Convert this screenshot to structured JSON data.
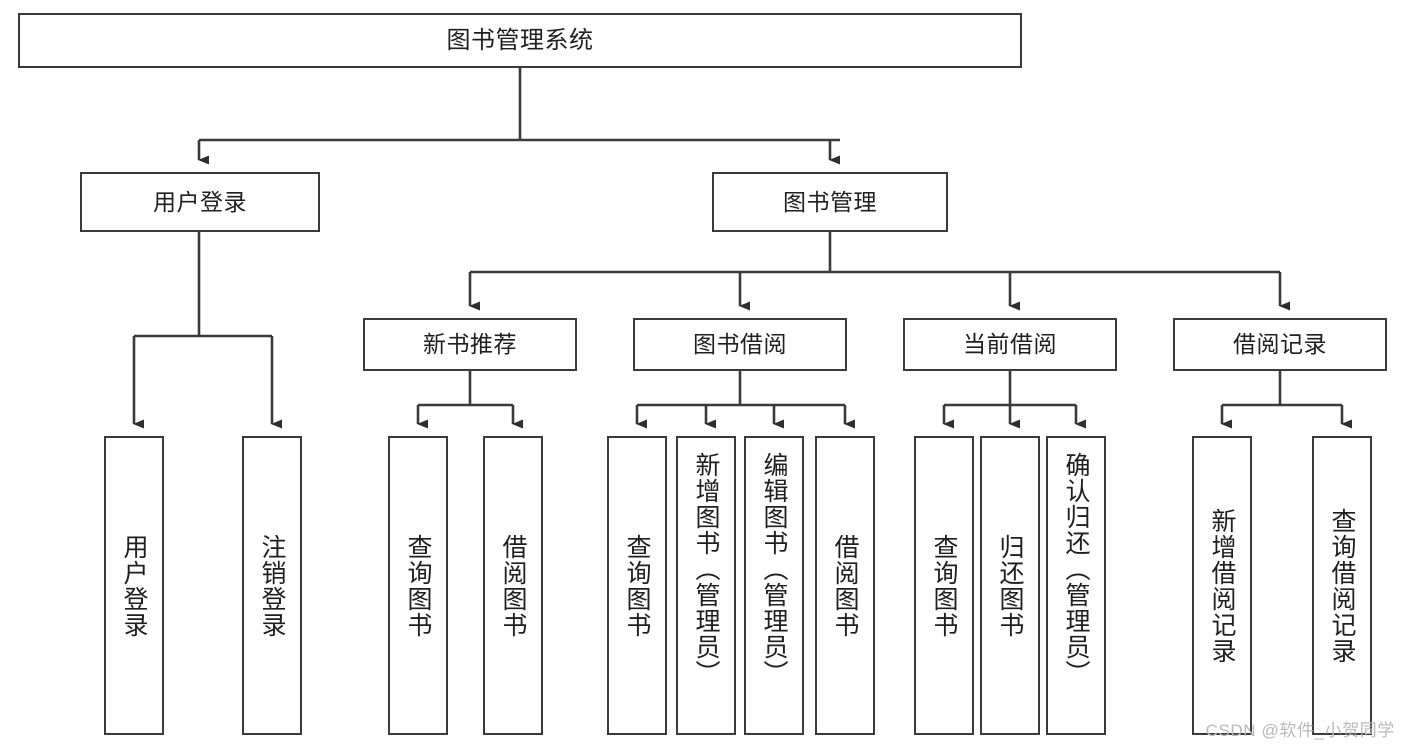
{
  "diagram": {
    "type": "tree-hierarchy",
    "title": "图书管理系统",
    "watermark": "CSDN @软件_小贺同学",
    "colors": {
      "stroke": "#3a3a3a",
      "fill": "#ffffff",
      "text": "#1f1f1f",
      "watermark": "#b9b9b9"
    },
    "nodes": {
      "root": {
        "label": "图书管理系统"
      },
      "level1": [
        {
          "id": "user-login",
          "label": "用户登录"
        },
        {
          "id": "book-manage",
          "label": "图书管理"
        }
      ],
      "level2": [
        {
          "id": "new-book-recommend",
          "label": "新书推荐"
        },
        {
          "id": "book-borrow",
          "label": "图书借阅"
        },
        {
          "id": "current-borrow",
          "label": "当前借阅"
        },
        {
          "id": "borrow-record",
          "label": "借阅记录"
        }
      ],
      "leaves": {
        "user-login": [
          {
            "id": "leaf-user-login",
            "label": "用户登录"
          },
          {
            "id": "leaf-logout-login",
            "label": "注销登录"
          }
        ],
        "new-book-recommend": [
          {
            "id": "leaf-query-book-1",
            "label": "查询图书"
          },
          {
            "id": "leaf-borrow-book-1",
            "label": "借阅图书"
          }
        ],
        "book-borrow": [
          {
            "id": "leaf-query-book-2",
            "label": "查询图书"
          },
          {
            "id": "leaf-add-book",
            "label": "新增图书（管理员）"
          },
          {
            "id": "leaf-edit-book",
            "label": "编辑图书（管理员）"
          },
          {
            "id": "leaf-borrow-book-2",
            "label": "借阅图书"
          }
        ],
        "current-borrow": [
          {
            "id": "leaf-query-book-3",
            "label": "查询图书"
          },
          {
            "id": "leaf-return-book",
            "label": "归还图书"
          },
          {
            "id": "leaf-confirm-return",
            "label": "确认归还（管理员）"
          }
        ],
        "borrow-record": [
          {
            "id": "leaf-add-record",
            "label": "新增借阅记录"
          },
          {
            "id": "leaf-query-record",
            "label": "查询借阅记录"
          }
        ]
      }
    }
  }
}
